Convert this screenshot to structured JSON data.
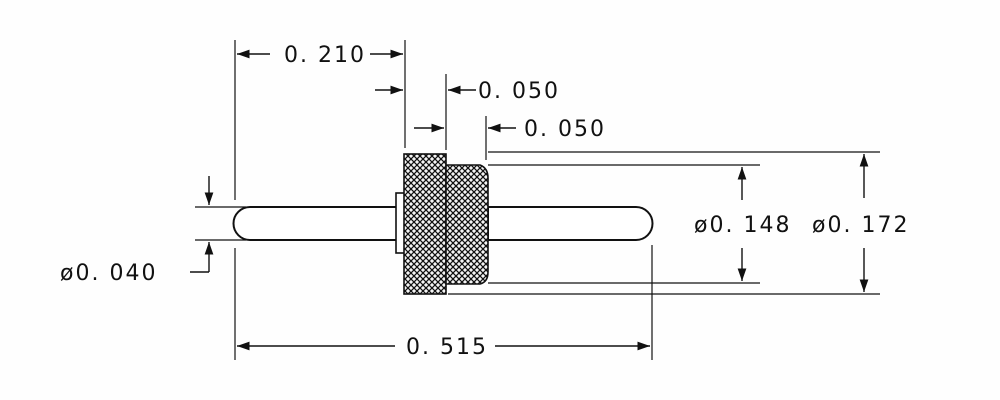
{
  "dimensions": {
    "overall_length": "0. 515",
    "pin_offset": "0. 210",
    "head_width_a": "0. 050",
    "head_width_b": "0. 050",
    "pin_diameter": "ø0. 040",
    "inner_diameter": "ø0. 148",
    "outer_diameter": "ø0. 172"
  },
  "colors": {
    "ink": "#111111",
    "paper": "#fefefe"
  }
}
